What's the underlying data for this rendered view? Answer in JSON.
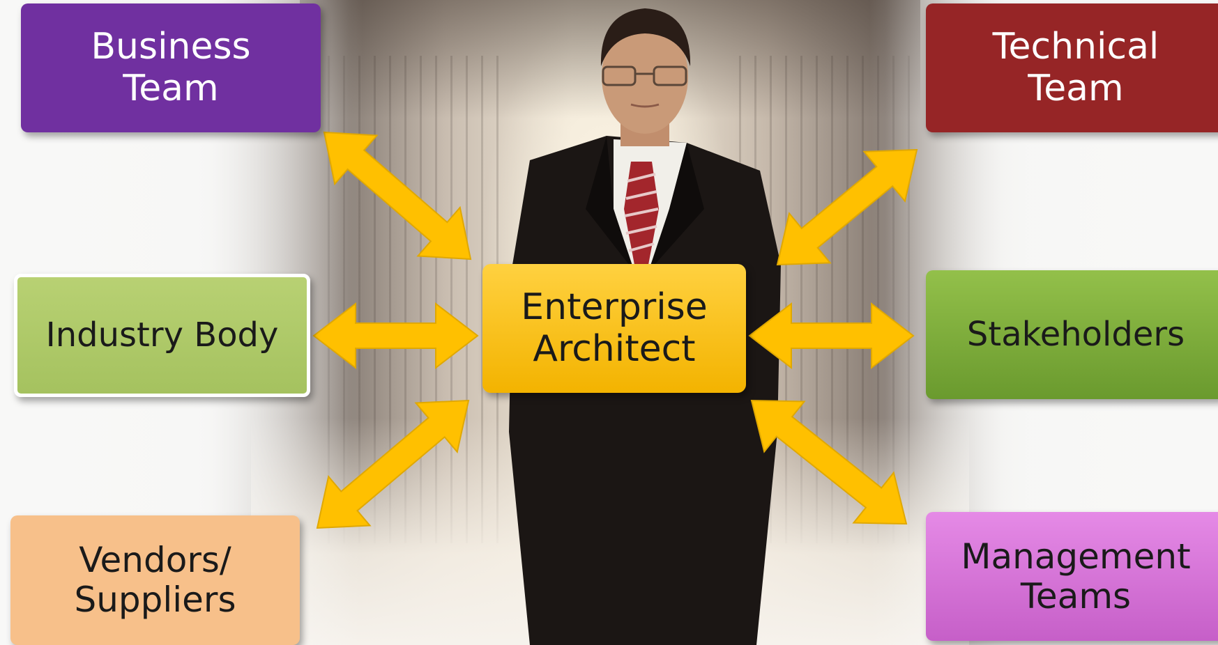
{
  "center": {
    "label": "Enterprise\nArchitect"
  },
  "nodes": {
    "business_team": {
      "label": "Business\nTeam"
    },
    "technical_team": {
      "label": "Technical\nTeam"
    },
    "industry_body": {
      "label": "Industry Body"
    },
    "stakeholders": {
      "label": "Stakeholders"
    },
    "vendors_suppliers": {
      "label": "Vendors/\nSuppliers"
    },
    "management_teams": {
      "label": "Management\nTeams"
    }
  },
  "colors": {
    "arrow": "#ffc000",
    "business_team": "#7030a0",
    "technical_team": "#962526",
    "industry_body": "#b8d173",
    "stakeholders": "#7fae3c",
    "vendors_suppliers": "#f7c08a",
    "management_teams": "#d878d9",
    "center": "#ffc000"
  },
  "icons": {
    "arrows": "double-headed-arrow-icon"
  }
}
